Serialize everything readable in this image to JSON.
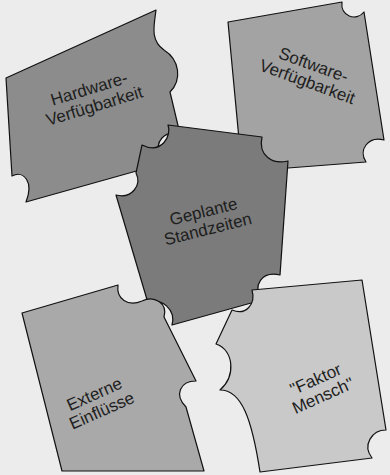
{
  "diagram": {
    "nodes": [
      {
        "text": [
          "Hardware-Verfügbarkeit"
        ]
      },
      {
        "text": [
          "Software-Verfügbarkeit"
        ]
      },
      {
        "text": [
          "Geplante Standzeiten"
        ]
      },
      {
        "text": [
          "Externe Einflüsse"
        ]
      },
      {
        "text": [
          "\"Faktor Mensch\""
        ]
      }
    ]
  }
}
